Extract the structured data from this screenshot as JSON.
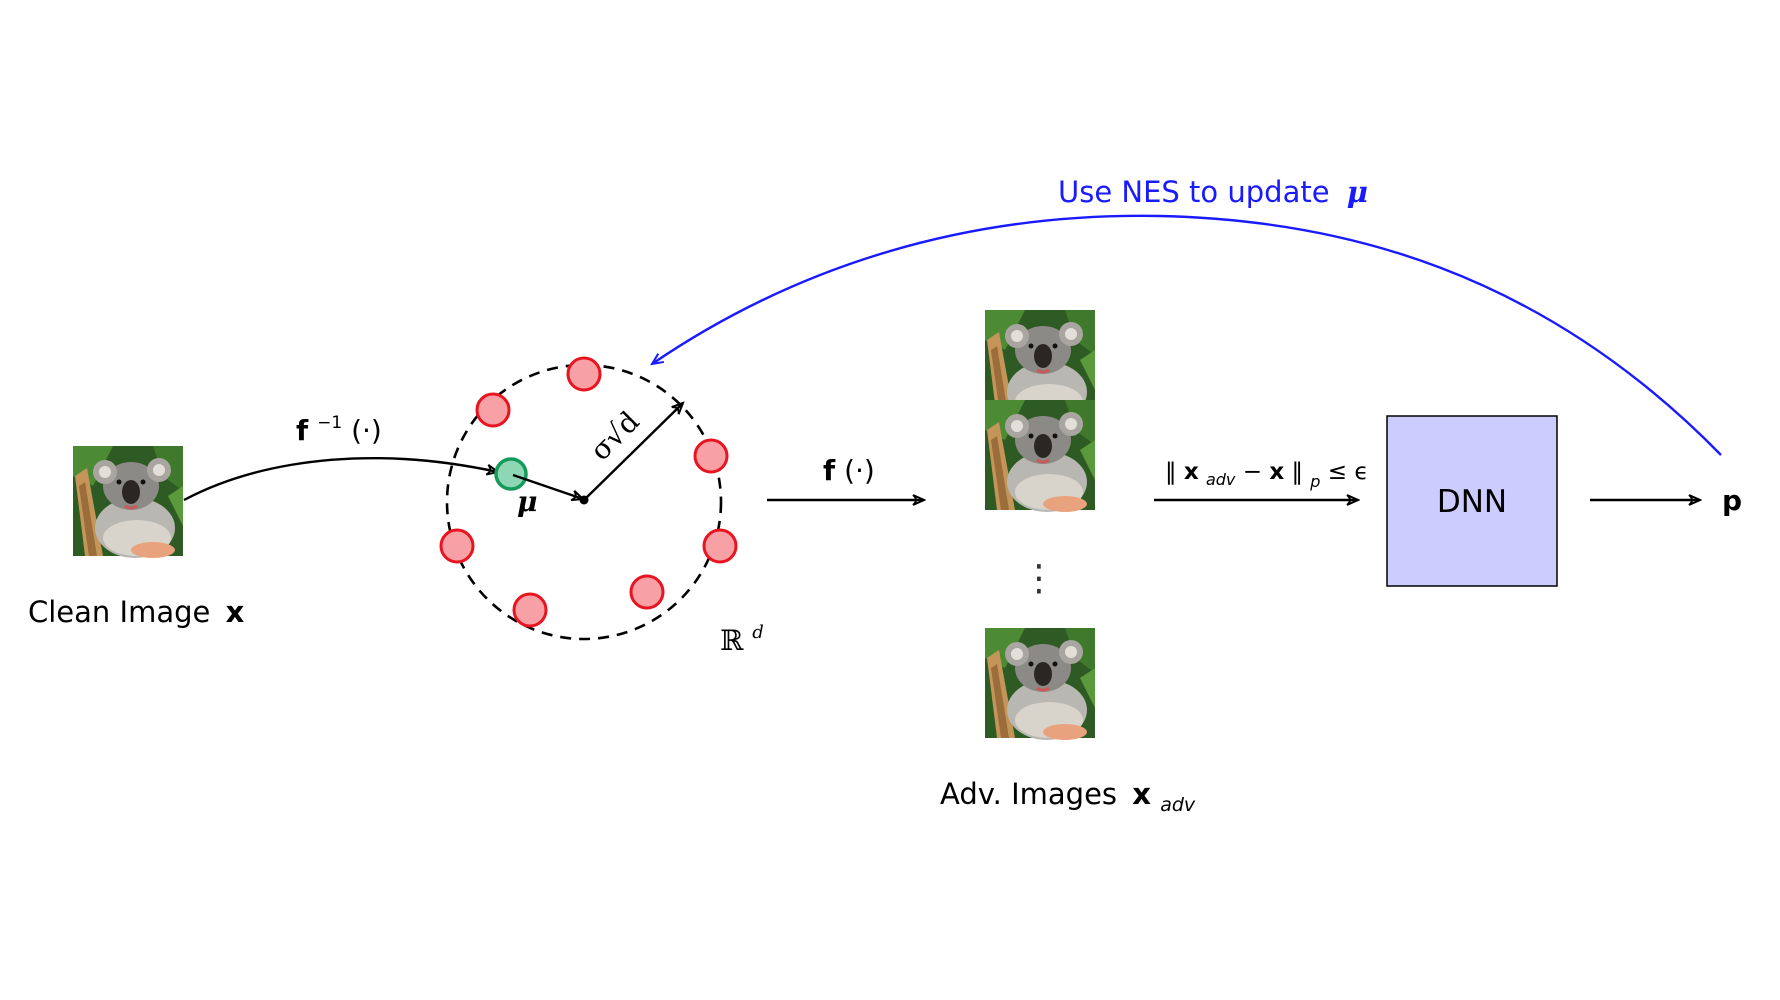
{
  "caption_clean": "Clean Image",
  "caption_clean_var": "x",
  "label_f_inverse": "f",
  "label_f_inverse_sup": "−1",
  "label_f_inverse_arg": "(·)",
  "label_mu": "μ",
  "label_sigma": "σ√d",
  "label_space": "ℝ",
  "label_space_sup": "d",
  "label_f": "f",
  "label_f_arg": "(·)",
  "label_vdots": "⋮",
  "caption_adv": "Adv.  Images",
  "caption_adv_var": "x",
  "caption_adv_sub": "adv",
  "label_constraint_open": "‖",
  "label_constraint_x": "x",
  "label_constraint_sub": "adv",
  "label_constraint_mid": " − ",
  "label_constraint_x2": "x",
  "label_constraint_close": "‖",
  "label_constraint_p": "p",
  "label_constraint_rel": " ≤ ϵ",
  "label_dnn": "DNN",
  "label_output": "p",
  "label_feedback": "Use NES to update",
  "label_feedback_mu": "μ",
  "colors": {
    "feedback": "#1a1aff",
    "dnn_fill": "#ccccff",
    "sample_fill": "#f7a1a6",
    "sample_stroke": "#e8141f",
    "mu_fill": "#8fd6b4",
    "mu_stroke": "#169a5c"
  },
  "icons": {
    "image_thumbnail": "koala-image-icon"
  }
}
